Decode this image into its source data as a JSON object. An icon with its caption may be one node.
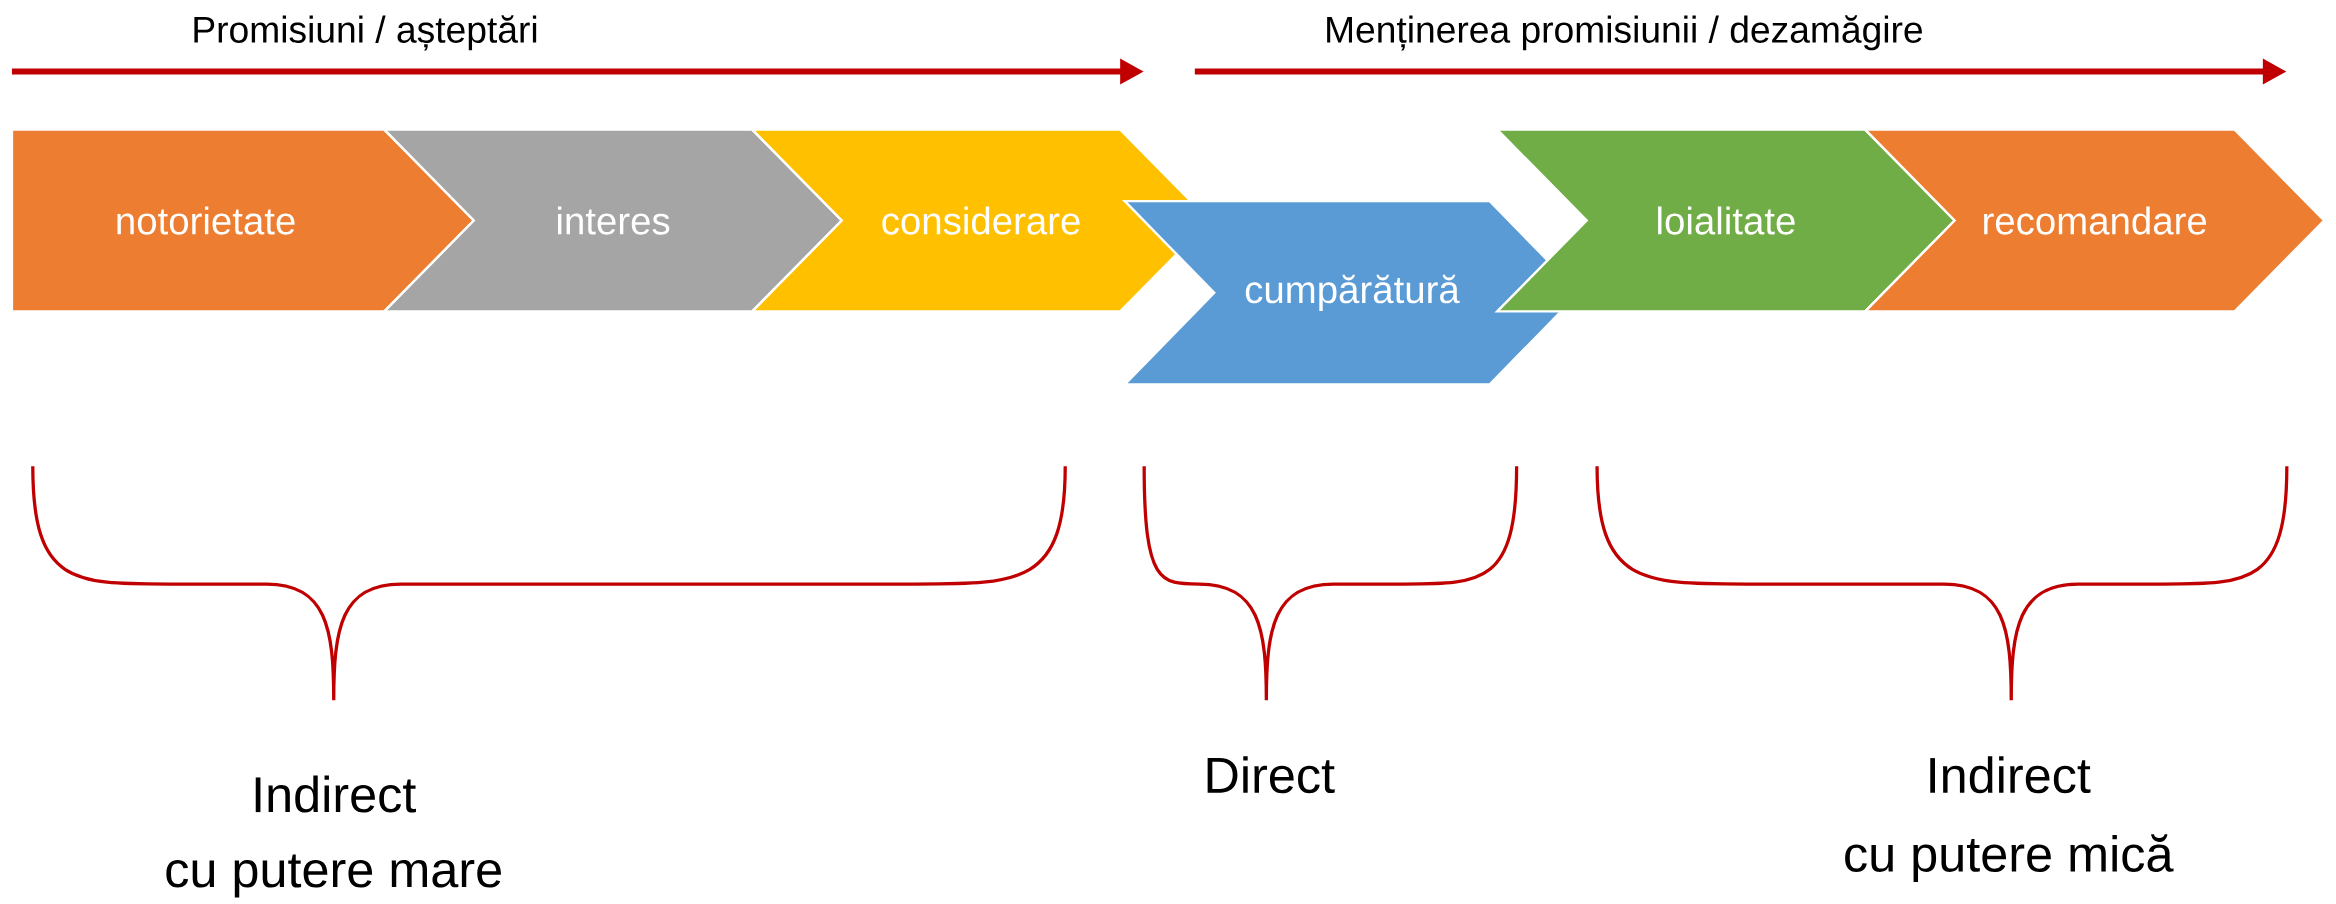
{
  "diagram": {
    "nodes": [
      {
        "text": [
          "notorietate"
        ]
      },
      {
        "text": [
          "interes"
        ]
      },
      {
        "text": [
          "considerare"
        ]
      },
      {
        "text": [
          "cumpărătură"
        ]
      },
      {
        "text": [
          "loialitate"
        ]
      },
      {
        "text": [
          "recomandare"
        ]
      }
    ],
    "labels": [
      "Promisiuni / așteptări",
      "Menținerea promisiunii / dezamăgire",
      "Indirect",
      "cu putere mare",
      "Direct",
      "Indirect",
      "cu putere mică"
    ]
  }
}
